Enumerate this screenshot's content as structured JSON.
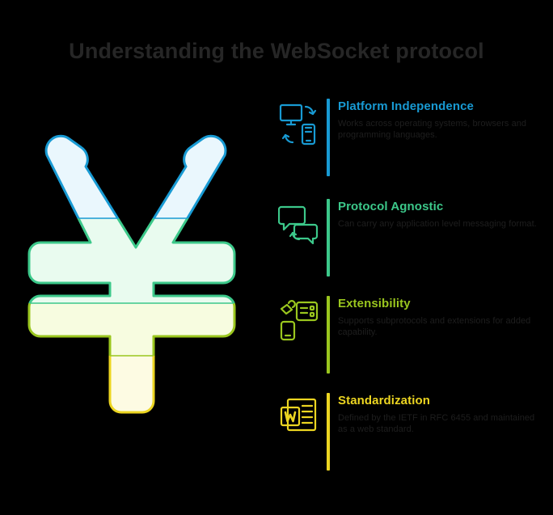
{
  "slide": {
    "title": "Understanding the WebSocket protocol",
    "background_color": "#000000"
  },
  "graphic": {
    "name": "yen-currency-symbol",
    "bands": [
      {
        "label": "band-blue",
        "stroke": "#189ad3",
        "fill": "#eaf7fd"
      },
      {
        "label": "band-green",
        "stroke": "#3cc88a",
        "fill": "#e9fbef"
      },
      {
        "label": "band-yellowgreen",
        "stroke": "#9ac61e",
        "fill": "#f7fce0"
      },
      {
        "label": "band-yellow",
        "stroke": "#ecd521",
        "fill": "#fdfbe3"
      }
    ]
  },
  "features": [
    {
      "icon_name": "devices-sync-icon",
      "heading": "Platform Independence",
      "description": "Works across operating systems, browsers and programming languages.",
      "color": "#189ad3"
    },
    {
      "icon_name": "chat-bubbles-exchange-icon",
      "heading": "Protocol Agnostic",
      "description": "Can carry any application level messaging format.",
      "color": "#3cc88a"
    },
    {
      "icon_name": "puzzle-modules-icon",
      "heading": "Extensibility",
      "description": "Supports subprotocols and extensions for added capability.",
      "color": "#9ac61e"
    },
    {
      "icon_name": "standards-document-icon",
      "heading": "Standardization",
      "description": "Defined by the IETF in RFC 6455 and maintained as a web standard.",
      "color": "#ecd521"
    }
  ]
}
